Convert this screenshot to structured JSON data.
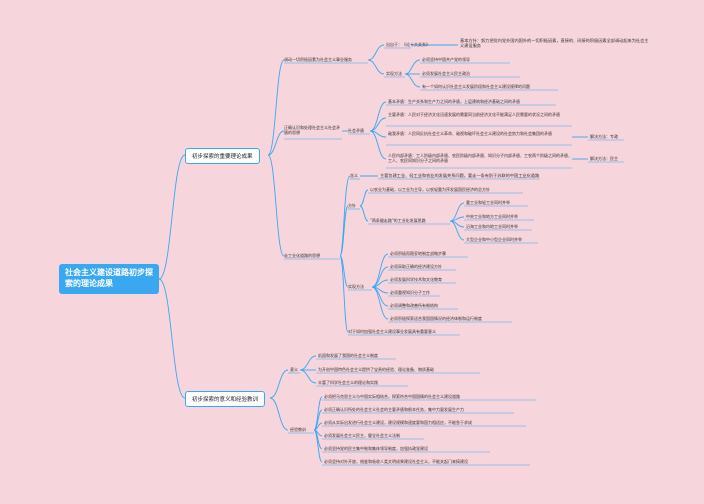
{
  "root": "社会主义建设道路初步探索的理论成果",
  "b1": {
    "label": "初步探索的重要理论成果",
    "c1": {
      "label": "调动一切积极因素为社会主义事业服务",
      "basis_label": "出自于：《论十大关系》",
      "basis_text": "基本方针：努力把党内党外国内国外的一切积极因素，直接的、间接的积极因素全部调动起来为社会主义建设服务",
      "method_label": "实现方法",
      "methods": [
        "必须坚持中国共产党的领导",
        "必须发展社会主义民主政治",
        "有一个如何认识社会主义发展阶段和社会主义建设规律的问题"
      ]
    },
    "c2": {
      "label": "正确认识和处理社会主义社会矛盾的思想",
      "sub": "社会矛盾",
      "items": [
        "基本矛盾：生产关系和生产力之间的矛盾，上层建筑和经济基础之间的矛盾",
        "主要矛盾：人民对于经济文化迅速发展的需要同当前经济文化不能满足人民需要的状况之间的矛盾",
        "敌我矛盾：人民同反抗社会主义革命、敌视和破坏社会主义建设的社会势力和社会集团的矛盾",
        "人民内部矛盾：工人阶级内部矛盾、农民阶级内部矛盾、知识分子内部矛盾、工农两个阶级之间的矛盾、工人、农民同知识分子之间的矛盾"
      ],
      "solve1": "解决方法：专政",
      "solve2": "解决方法：民主"
    },
    "c3": {
      "label": "走工业化道路的思想",
      "meaning_label": "含义",
      "meaning": "主要包建工业、轻工业和农业的发展关系问题，要走一条有别于苏联的中国工业化道路",
      "policy_label": "方针",
      "policy_main": "以农业为基础，以工业为主导，以农轻重为序发展国民经济的总方针",
      "walk_label": "\"两条腿走路\"的工业化发展思路",
      "walks": [
        "重工业和轻工业同时并举",
        "中央工业和地方工业同时并举",
        "沿海工业和内地工业同时并举",
        "大型企业和中小型企业同时并举"
      ],
      "method_label": "实现方法",
      "methods": [
        "必须积极而稳妥地制定战略步骤",
        "必须采取正确的经济建设方针",
        "必须发展科学技术和文化教育",
        "必须重视知识分子工作",
        "必须调整和改善所有制结构",
        "必须积极探索适合我国国情况的经济体制和运行制度"
      ],
      "extra": "对于如何加强社会主义建设事业发展具有重要意义"
    }
  },
  "b2": {
    "label": "初步探索的意义和经验教训",
    "meaning_label": "意义",
    "meanings": [
      "巩固和发展了我国的社会主义制度",
      "为开创中国特色社会主义提供了宝贵的经验、理论准备、物质基础",
      "丰富了科学社会主义的理论和实践"
    ],
    "lesson_label": "经验教训",
    "lessons": [
      "必须把马克思主义与中国实际相结合，探索符合中国国情的社会主义建设道路",
      "必须正确认识所处的社会主义社会的主要矛盾和根本任务，集中力量发展生产力",
      "必须从实际出发进行社会主义建设，建设规模和速度要和国力相适应，不能急于求成",
      "必须发展社会主义民主，健全社会主义法制",
      "必须坚持党的民主集中制和集体领导制度，加强执政党建设",
      "必须坚持对外开放，借鉴和吸收人类文明成果建设社会主义，不能关起门来搞建设"
    ]
  }
}
